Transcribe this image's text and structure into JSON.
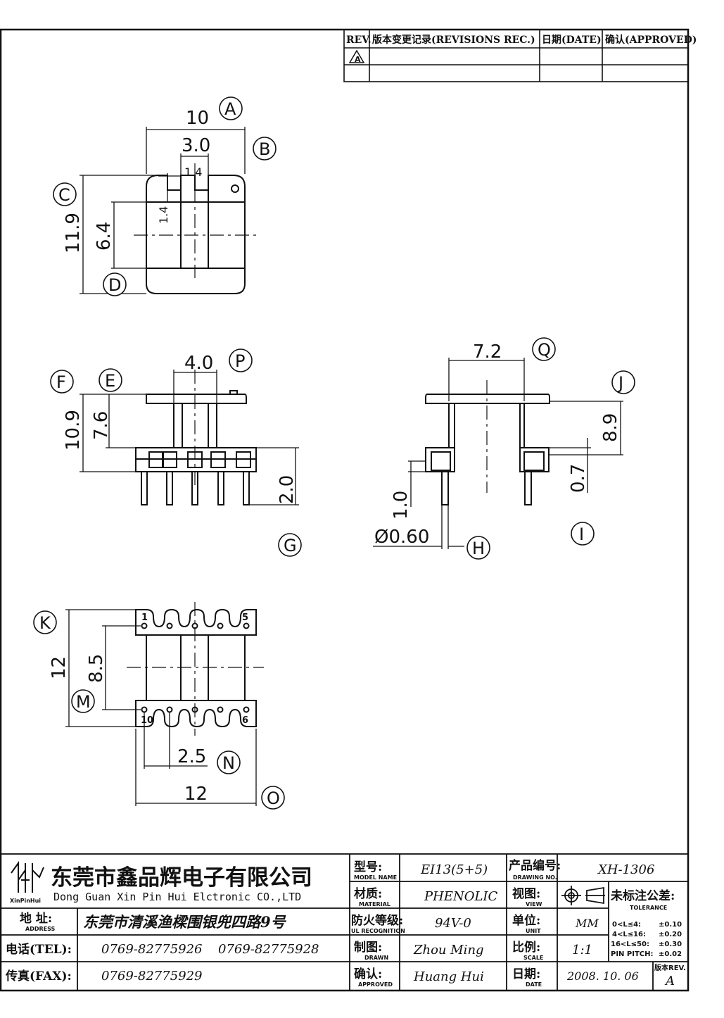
{
  "revision_table": {
    "headers": [
      "REV.",
      "版本变更记录(REVISIONS REC.)",
      "日期(DATE)",
      "确认(APPROVED)"
    ],
    "row1_rev": "A"
  },
  "dimensions": {
    "top_width": "10",
    "slot_width": "3.0",
    "notch": "1.4",
    "notch_depth": "1.4",
    "top_height": "11.9",
    "window_height": "6.4",
    "front_core_width": "4.0",
    "front_height": "10.9",
    "front_flange": "7.6",
    "pin_length": "2.0",
    "side_width": "7.2",
    "side_height": "8.9",
    "side_offset": "0.7",
    "pin_step": "1.0",
    "pin_diameter": "Ø0.60",
    "bottom_height": "12",
    "row_spacing": "8.5",
    "pin_pitch": "2.5",
    "bottom_width": "12"
  },
  "callouts": [
    "A",
    "B",
    "C",
    "D",
    "E",
    "F",
    "P",
    "G",
    "Q",
    "J",
    "H",
    "I",
    "K",
    "M",
    "N",
    "O"
  ],
  "pin_numbers": {
    "top_left": "1",
    "top_right": "5",
    "bottom_left": "10",
    "bottom_right": "6"
  },
  "title_block": {
    "logo_text": "XinPinHui",
    "company_cn": "东莞市鑫品辉电子有限公司",
    "company_en": "Dong Guan Xin Pin Hui Elctronic CO.,LTD",
    "address_label": "地 址:",
    "address_sub": "ADDRESS",
    "address_value": "东莞市清溪渔樑围银兜四路9号",
    "tel_label": "电话(TEL):",
    "tel_value_1": "0769-82775926",
    "tel_value_2": "0769-82775928",
    "fax_label": "传真(FAX):",
    "fax_value": "0769-82775929",
    "model_label": "型号:",
    "model_sub": "MODEL NAME",
    "model_value": "EI13(5+5)",
    "material_label": "材质:",
    "material_sub": "MATERIAL",
    "material_value": "PHENOLIC",
    "ul_label": "防火等级:",
    "ul_sub": "UL RECOGNITION",
    "ul_value": "94V-0",
    "drawn_label": "制图:",
    "drawn_sub": "DRAWN",
    "drawn_value": "Zhou Ming",
    "approved_label": "确认:",
    "approved_sub": "APPROVED",
    "approved_value": "Huang Hui",
    "drawing_no_label": "产品编号:",
    "drawing_no_sub": "DRAWING NO.",
    "drawing_no_value": "XH-1306",
    "view_label": "视图:",
    "view_sub": "VIEW",
    "unit_label": "单位:",
    "unit_sub": "UNIT",
    "unit_value": "MM",
    "scale_label": "比例:",
    "scale_sub": "SCALE",
    "scale_value": "1:1",
    "date_label": "日期:",
    "date_sub": "DATE",
    "date_value": "2008. 10. 06",
    "tolerance_label": "未标注公差:",
    "tolerance_sub": "TOLERANCE",
    "tolerance_rows": [
      {
        "range": "0<L≤4:",
        "value": "±0.10"
      },
      {
        "range": "4<L≤16:",
        "value": "±0.20"
      },
      {
        "range": "16<L≤50:",
        "value": "±0.30"
      },
      {
        "range": "PIN PITCH:",
        "value": "±0.02"
      }
    ],
    "rev_label": "版本REV.",
    "rev_value": "A"
  }
}
